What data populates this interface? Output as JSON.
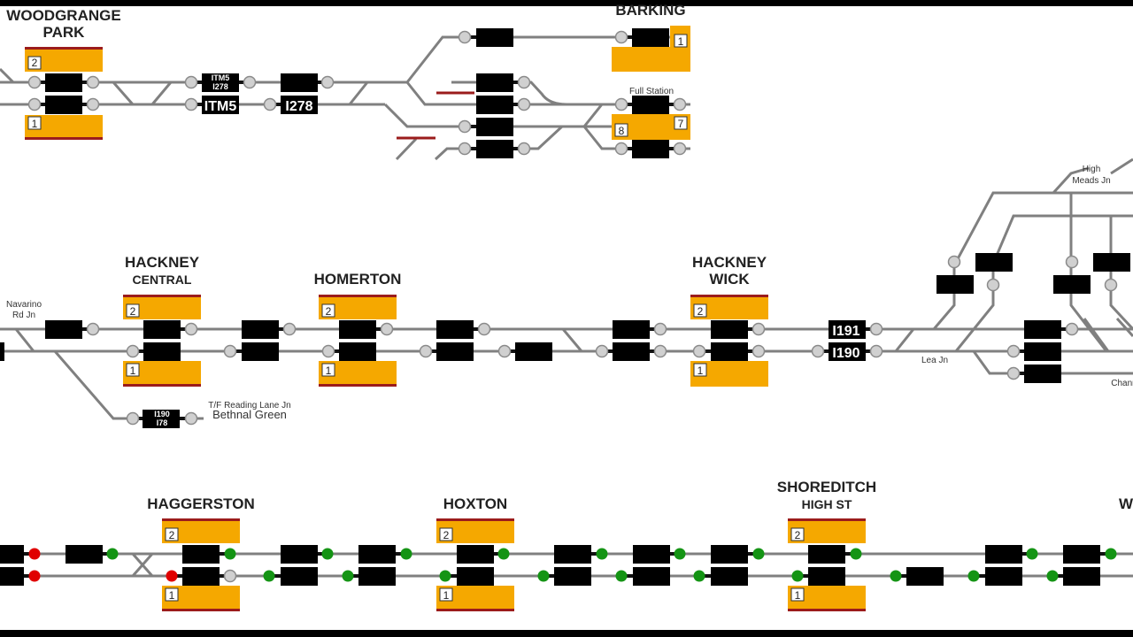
{
  "colors": {
    "track": "#808080",
    "platform": "#f5a800",
    "platform_edge": "#9b1c1c",
    "berth": "#000000",
    "signal_off": "#d0d0d0",
    "signal_green": "#149414",
    "signal_red": "#e00000",
    "blocked_track": "#a52a2a"
  },
  "stations": {
    "woodgrange_park": {
      "line1": "WOODGRANGE",
      "line2": "PARK",
      "platforms": [
        "2",
        "1"
      ]
    },
    "barking": {
      "line1": "BARKING",
      "platforms": [
        "1",
        "7",
        "8"
      ],
      "note": "Full Station"
    },
    "hackney_central": {
      "line1": "HACKNEY",
      "line2": "CENTRAL",
      "platforms": [
        "2",
        "1"
      ]
    },
    "homerton": {
      "line1": "HOMERTON",
      "platforms": [
        "2",
        "1"
      ]
    },
    "hackney_wick": {
      "line1": "HACKNEY",
      "line2": "WICK",
      "platforms": [
        "2",
        "1"
      ]
    },
    "haggerston": {
      "line1": "HAGGERSTON",
      "platforms": [
        "2",
        "1"
      ]
    },
    "hoxton": {
      "line1": "HOXTON",
      "platforms": [
        "2",
        "1"
      ]
    },
    "shoreditch": {
      "line1": "SHOREDITCH",
      "line2": "HIGH ST",
      "platforms": [
        "2",
        "1"
      ]
    },
    "partial_w": {
      "line1": "W"
    }
  },
  "junctions": {
    "navarino": {
      "line1": "Navarino",
      "line2": "Rd Jn"
    },
    "high_meads": {
      "line1": "High",
      "line2": "Meads Jn"
    },
    "lea": "Lea Jn",
    "channel": "Chann",
    "reading_lane": {
      "line1": "T/F Reading Lane Jn",
      "line2": "Bethnal Green"
    }
  },
  "train_descriptors": {
    "itm5_i278_small": {
      "line1": "ITM5",
      "line2": "I278"
    },
    "itm5": "ITM5",
    "i278": "I278",
    "i191": "I191",
    "i190": "I190",
    "i190_i78_small": {
      "line1": "I190",
      "line2": "I78"
    }
  }
}
